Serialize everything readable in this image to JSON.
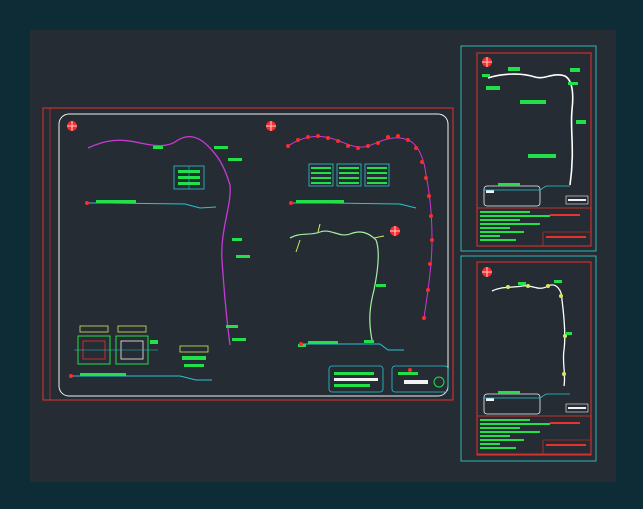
{
  "app": {
    "title": "",
    "theme": {
      "outer_background": "#0e2c35",
      "modelspace_background": "#262c33",
      "frame_red": "#e8322e",
      "frame_white": "#f2f2f2",
      "frame_cyan": "#2fb5b5",
      "route_magenta": "#c63ad6",
      "route_light_green": "#a6f0a6",
      "route_white": "#ffffff",
      "annotation_green": "#22e04a",
      "annotation_cyan": "#26c6d0",
      "marker_red": "#ff2a2a"
    }
  },
  "drawing": {
    "main_sheet": {
      "name": "plan-and-profile-sheet"
    },
    "side_sheets": [
      {
        "name": "route-sheet-upper"
      },
      {
        "name": "route-sheet-lower"
      }
    ],
    "north_arrow_icon": "north-arrow-icon",
    "title_block_icon": "title-block-icon"
  }
}
